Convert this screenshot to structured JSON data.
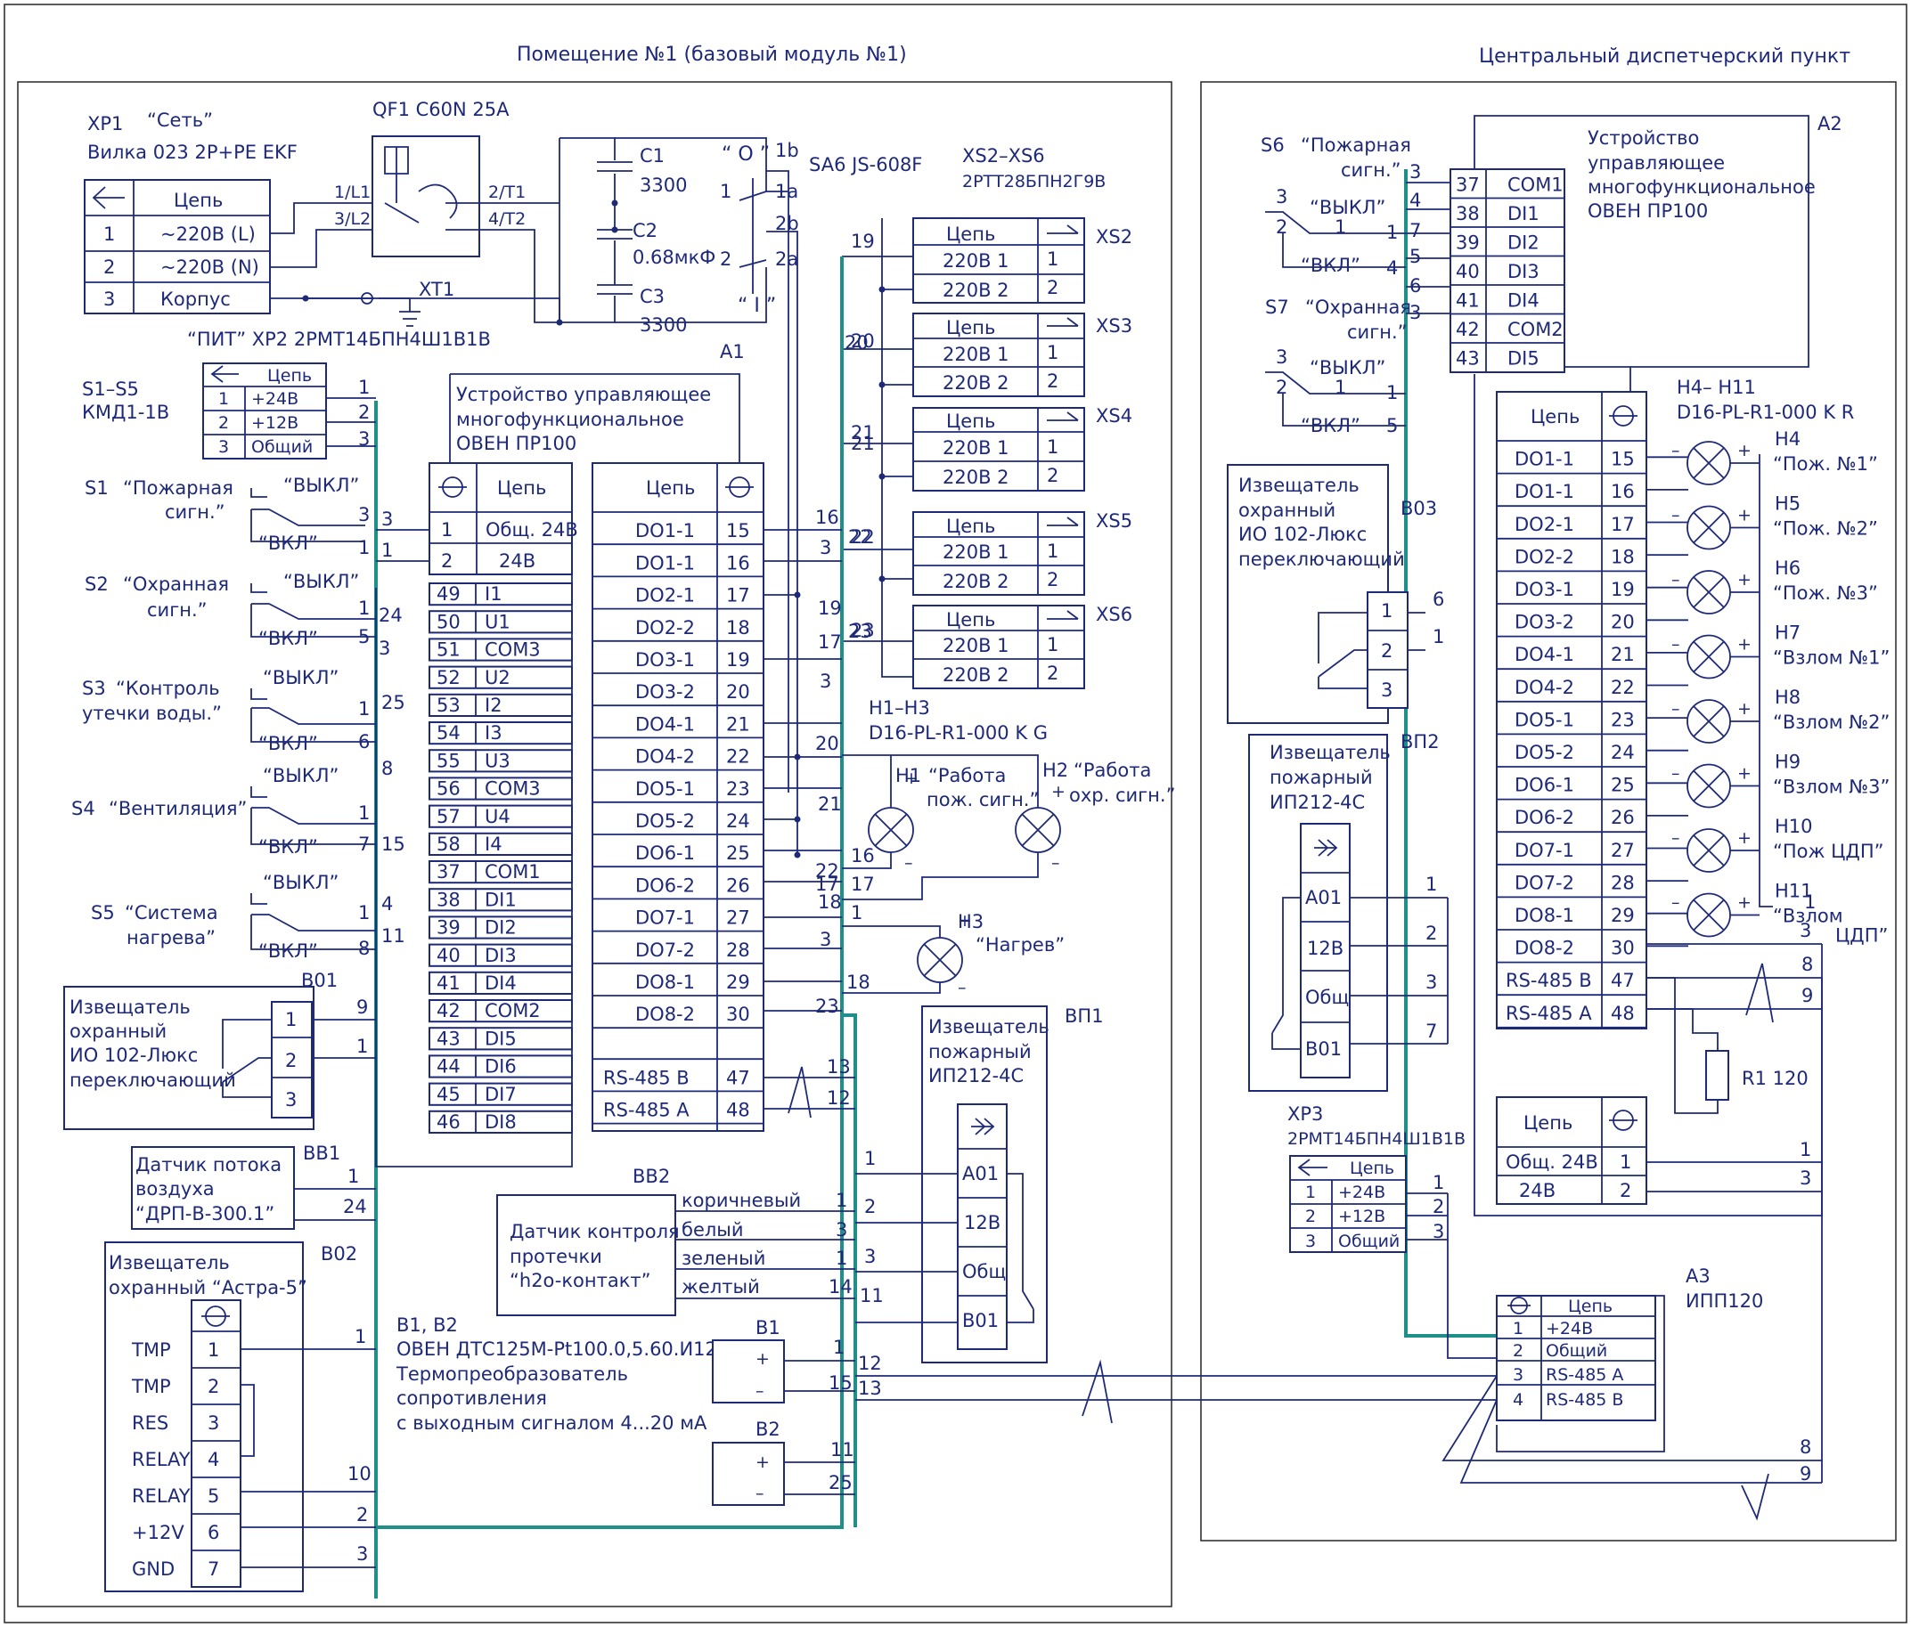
{
  "titles": {
    "room1": "Помещение №1  (базовый модуль №1)",
    "central": "Центральный диспетчерский пункт"
  },
  "xp1": {
    "ref": "XP1",
    "name": "“Сеть”",
    "model": "Вилка 023 2P+PE EKF",
    "header": "Цепь",
    "rows": [
      {
        "n": "1",
        "v": "~220В (L)"
      },
      {
        "n": "2",
        "v": "~220В (N)"
      },
      {
        "n": "3",
        "v": "Корпус"
      }
    ]
  },
  "xt1": "XT1",
  "qf1": {
    "label": "QF1 C60N 25A",
    "p1": "1/L1",
    "p2": "3/L2",
    "p3": "2/T1",
    "p4": "4/T2"
  },
  "caps": [
    {
      "ref": "C1",
      "v": "3300"
    },
    {
      "ref": "C2",
      "v": "0.68мкФ"
    },
    {
      "ref": "C3",
      "v": "3300"
    }
  ],
  "sa6": {
    "ref": "SA6  JS-608F",
    "o": "“ O ”",
    "i": "“ I ”",
    "t1b": "1b",
    "t1a": "1a",
    "t2b": "2b",
    "t2a": "2a",
    "c1": "1",
    "c2": "2"
  },
  "xp2": {
    "label": "“ПИТ”  XP2  2РМТ14БПН4Ш1В1В"
  },
  "xs": {
    "title": "XS2–XS6",
    "model": "2РТТ28БПН2Г9В",
    "items": [
      {
        "ref": "XS2",
        "w1": "19"
      },
      {
        "ref": "XS3",
        "w1": "20"
      },
      {
        "ref": "XS4",
        "w1": "21"
      },
      {
        "ref": "XS5",
        "w1": "22"
      },
      {
        "ref": "XS6",
        "w1": "23"
      }
    ],
    "header": "Цепь",
    "r1": "220В 1",
    "r2": "220В 2",
    "n1": "1",
    "n2": "2"
  },
  "s15": {
    "title": "S1–S5",
    "model": "КМД1-1В",
    "header": "Цепь",
    "rows": [
      {
        "n": "1",
        "v": "+24В"
      },
      {
        "n": "2",
        "v": "+12В"
      },
      {
        "n": "3",
        "v": "Общий"
      }
    ]
  },
  "switches": [
    {
      "ref": "S1",
      "name": "“Пожарная",
      "name2": "сигн.”",
      "w1": "3",
      "w2": "1"
    },
    {
      "ref": "S2",
      "name": "“Охранная",
      "name2": "сигн.”",
      "w1": "24",
      "w2": "3"
    },
    {
      "ref": "S3",
      "name": "“Контроль",
      "name2": "утечки воды.”",
      "w1": "25",
      "w2": "6"
    },
    {
      "ref": "S4",
      "name": "“Вентиляция”",
      "name2": "",
      "w1": "8",
      "w2": "7"
    },
    {
      "ref": "S5",
      "name": "“Система",
      "name2": "нагрева”",
      "w1": "4",
      "w2": "8"
    }
  ],
  "sw": {
    "off": "“ВЫКЛ”",
    "on": "“ВКЛ”",
    "c3": "3",
    "c2": "2",
    "c1": "1"
  },
  "a1": {
    "ref": "A1",
    "title1": "Устройство управляющее",
    "title2": "многофункциональное",
    "title3": "ОВЕН ПР100",
    "header": "Цепь",
    "power": [
      {
        "n": "1",
        "v": "Общ. 24В"
      },
      {
        "n": "2",
        "v": "24В"
      }
    ],
    "inputs": [
      {
        "n": "49",
        "v": "I1"
      },
      {
        "n": "50",
        "v": "U1"
      },
      {
        "n": "51",
        "v": "COM3"
      },
      {
        "n": "52",
        "v": "U2"
      },
      {
        "n": "53",
        "v": "I2"
      },
      {
        "n": "54",
        "v": "I3"
      },
      {
        "n": "55",
        "v": "U3"
      },
      {
        "n": "56",
        "v": "COM3"
      },
      {
        "n": "57",
        "v": "U4"
      },
      {
        "n": "58",
        "v": "I4"
      },
      {
        "n": "37",
        "v": "COM1"
      },
      {
        "n": "38",
        "v": "DI1"
      },
      {
        "n": "39",
        "v": "DI2"
      },
      {
        "n": "40",
        "v": "DI3"
      },
      {
        "n": "41",
        "v": "DI4"
      },
      {
        "n": "42",
        "v": "COM2"
      },
      {
        "n": "43",
        "v": "DI5"
      },
      {
        "n": "44",
        "v": "DI6"
      },
      {
        "n": "45",
        "v": "DI7"
      },
      {
        "n": "46",
        "v": "DI8"
      }
    ],
    "in_wires": [
      "3",
      "1",
      "24",
      "5",
      "3",
      "25",
      "6",
      "8",
      "3",
      "15",
      "7",
      "3",
      "4",
      "11",
      "8",
      "5",
      "9",
      "3",
      "10",
      "6",
      "14",
      "7"
    ],
    "outputs": [
      {
        "n": "15",
        "v": "DO1-1"
      },
      {
        "n": "16",
        "v": "DO1-1"
      },
      {
        "n": "17",
        "v": "DO2-1"
      },
      {
        "n": "18",
        "v": "DO2-2"
      },
      {
        "n": "19",
        "v": "DO3-1"
      },
      {
        "n": "20",
        "v": "DO3-2"
      },
      {
        "n": "21",
        "v": "DO4-1"
      },
      {
        "n": "22",
        "v": "DO4-2"
      },
      {
        "n": "23",
        "v": "DO5-1"
      },
      {
        "n": "24",
        "v": "DO5-2"
      },
      {
        "n": "25",
        "v": "DO6-1"
      },
      {
        "n": "26",
        "v": "DO6-2"
      },
      {
        "n": "27",
        "v": "DO7-1"
      },
      {
        "n": "28",
        "v": "DO7-2"
      },
      {
        "n": "29",
        "v": "DO8-1"
      },
      {
        "n": "30",
        "v": "DO8-2"
      }
    ],
    "rs": [
      {
        "n": "47",
        "v": "RS-485 B"
      },
      {
        "n": "48",
        "v": "RS-485 A"
      }
    ],
    "out_wires": [
      "16",
      "3",
      "19",
      "17",
      "3",
      "20",
      "21",
      "22",
      "17",
      "18",
      "3",
      "18",
      "23"
    ],
    "rs_wires": [
      "13",
      "12"
    ]
  },
  "h13": {
    "title": "H1–H3",
    "model": "D16-PL-R1-000 K G",
    "h1": "H1",
    "h1n": "“Работа",
    "h1n2": "пож. сигн.”",
    "h2": "H2",
    "h2n": "“Работа",
    "h2n2": "охр. сигн.”",
    "h3": "H3",
    "h3n": "“Нагрев”",
    "w1": "16",
    "w2": "17",
    "w3": "1",
    "w4": "3"
  },
  "b01": {
    "ref": "B01",
    "l1": "Извещатель",
    "l2": "охранный",
    "l3": "ИО 102-Люкс",
    "l4": "переключающий",
    "p1": "1",
    "p2": "2",
    "p3": "3",
    "w1": "9",
    "w2": "1"
  },
  "bb1": {
    "ref": "BB1",
    "l1": "Датчик потока",
    "l2": "воздуха",
    "l3": "“ДРП-В-300.1”",
    "w1": "1",
    "w2": "24"
  },
  "b02": {
    "ref": "B02",
    "l1": "Извещатель",
    "l2": "охранный “Астра-5”",
    "rows": [
      {
        "n": "1",
        "v": "TMP"
      },
      {
        "n": "2",
        "v": "TMP"
      },
      {
        "n": "3",
        "v": "RES"
      },
      {
        "n": "4",
        "v": "RELAY"
      },
      {
        "n": "5",
        "v": "RELAY"
      },
      {
        "n": "6",
        "v": "+12V"
      },
      {
        "n": "7",
        "v": "GND"
      }
    ],
    "w1": "1",
    "w5": "10",
    "w6": "2",
    "w7": "3"
  },
  "bb2": {
    "ref": "BB2",
    "l1": "Датчик контроля",
    "l2": "протечки",
    "l3": "“h2o-контакт”",
    "wires": [
      {
        "c": "коричневый",
        "n": "1"
      },
      {
        "c": "белый",
        "n": "3"
      },
      {
        "c": "зеленый",
        "n": "1"
      },
      {
        "c": "желтый",
        "n": "14"
      }
    ]
  },
  "b12": {
    "l1": "B1, B2",
    "l2": "ОВЕН ДТС125М-Pt100.0,5.60.И12",
    "l3": "Термопреобразователь",
    "l4": "сопротивления",
    "l5": "с выходным сигналом 4...20 мА",
    "b1": "B1",
    "b2": "B2",
    "plus": "+",
    "minus": "–",
    "b1w1": "1",
    "b1w2": "15",
    "b2w1": "11",
    "b2w2": "25"
  },
  "bp1": {
    "ref": "BП1",
    "l1": "Извещатель",
    "l2": "пожарный",
    "l3": "ИП212-4С",
    "rows": [
      "A01",
      "12В",
      "Общ",
      "B01"
    ],
    "wires": [
      "1",
      "2",
      "3",
      "11"
    ]
  },
  "bus_left": {
    "w12": "12",
    "w13": "13"
  },
  "a2": {
    "ref": "A2",
    "title1": "Устройство",
    "title2": "управляющее",
    "title3": "многофункциональное",
    "title4": "ОВЕН ПР100",
    "header": "Цепь",
    "inputs": [
      {
        "n": "37",
        "v": "COM1"
      },
      {
        "n": "38",
        "v": "DI1"
      },
      {
        "n": "39",
        "v": "DI2"
      },
      {
        "n": "40",
        "v": "DI3"
      },
      {
        "n": "41",
        "v": "DI4"
      },
      {
        "n": "42",
        "v": "COM2"
      },
      {
        "n": "43",
        "v": "DI5"
      }
    ],
    "in_wires": [
      "3",
      "4",
      "7",
      "5",
      "6",
      "3"
    ],
    "outputs": [
      {
        "n": "15",
        "v": "DO1-1"
      },
      {
        "n": "16",
        "v": "DO1-1"
      },
      {
        "n": "17",
        "v": "DO2-1"
      },
      {
        "n": "18",
        "v": "DO2-2"
      },
      {
        "n": "19",
        "v": "DO3-1"
      },
      {
        "n": "20",
        "v": "DO3-2"
      },
      {
        "n": "21",
        "v": "DO4-1"
      },
      {
        "n": "22",
        "v": "DO4-2"
      },
      {
        "n": "23",
        "v": "DO5-1"
      },
      {
        "n": "24",
        "v": "DO5-2"
      },
      {
        "n": "25",
        "v": "DO6-1"
      },
      {
        "n": "26",
        "v": "DO6-2"
      },
      {
        "n": "27",
        "v": "DO7-1"
      },
      {
        "n": "28",
        "v": "DO7-2"
      },
      {
        "n": "29",
        "v": "DO8-1"
      },
      {
        "n": "30",
        "v": "DO8-2"
      }
    ],
    "rs": [
      {
        "n": "47",
        "v": "RS-485 B"
      },
      {
        "n": "48",
        "v": "RS-485 A"
      }
    ],
    "power": [
      {
        "n": "1",
        "v": "Общ. 24В"
      },
      {
        "n": "2",
        "v": "24В"
      }
    ],
    "rs_wires": [
      "8",
      "9"
    ],
    "pw_wires": [
      "1",
      "3"
    ],
    "w3": "3"
  },
  "s6": {
    "ref": "S6",
    "name": "“Пожарная",
    "name2": "сигн.”",
    "w1": "1",
    "w2": "4"
  },
  "s7": {
    "ref": "S7",
    "name": "“Охранная",
    "name2": "сигн.”",
    "w1": "1",
    "w2": "5"
  },
  "b03": {
    "ref": "B03",
    "l1": "Извещатель",
    "l2": "охранный",
    "l3": "ИО 102-Люкс",
    "l4": "переключающий",
    "p1": "1",
    "p2": "2",
    "p3": "3",
    "w1": "6",
    "w2": "1"
  },
  "bp2": {
    "ref": "BП2",
    "l1": "Извещатель",
    "l2": "пожарный",
    "l3": "ИП212-4С",
    "rows": [
      "A01",
      "12В",
      "Общ",
      "B01"
    ],
    "wires": [
      "1",
      "2",
      "3",
      "7"
    ]
  },
  "h411": {
    "title": "H4– H11",
    "model": "D16-PL-R1-000 K R",
    "lamps": [
      {
        "ref": "H4",
        "l": "“Пож. №1”"
      },
      {
        "ref": "H5",
        "l": "“Пож. №2”"
      },
      {
        "ref": "H6",
        "l": "“Пож. №3”"
      },
      {
        "ref": "H7",
        "l": "“Взлом №1”"
      },
      {
        "ref": "H8",
        "l": "“Взлом №2”"
      },
      {
        "ref": "H9",
        "l": "“Взлом №3”"
      },
      {
        "ref": "H10",
        "l": "“Пож ЦДП”"
      },
      {
        "ref": "H11",
        "l": "“Взлом",
        "l2": "ЦДП”"
      }
    ],
    "w1": "1"
  },
  "r1": "R1 120",
  "xp3": {
    "ref": "XP3",
    "model": "2РМТ14БПН4Ш1В1В",
    "header": "Цепь",
    "rows": [
      {
        "n": "1",
        "v": "+24В"
      },
      {
        "n": "2",
        "v": "+12В"
      },
      {
        "n": "3",
        "v": "Общий"
      }
    ],
    "wires": [
      "1",
      "2",
      "3"
    ]
  },
  "a3": {
    "ref": "A3",
    "model": "ИПП120",
    "header": "Цепь",
    "rows": [
      {
        "n": "1",
        "v": "+24В"
      },
      {
        "n": "2",
        "v": "Общий"
      },
      {
        "n": "3",
        "v": "RS-485 A"
      },
      {
        "n": "4",
        "v": "RS-485 B"
      }
    ],
    "wires": [
      "8",
      "9"
    ]
  }
}
